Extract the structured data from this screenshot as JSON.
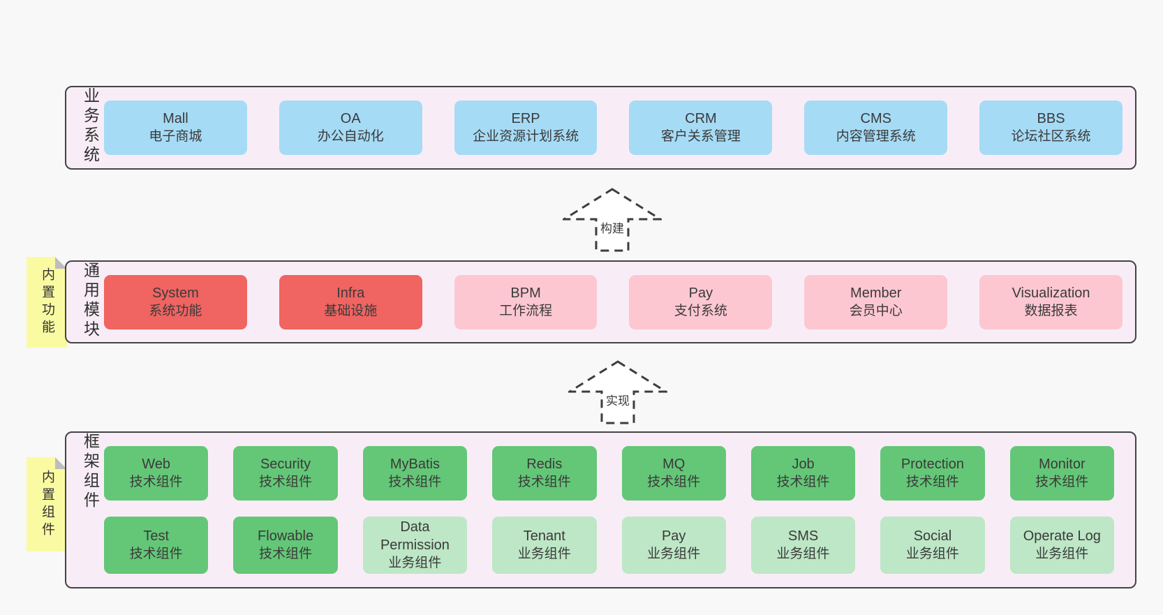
{
  "colors": {
    "page_background": "#f8f8f8",
    "band_background": "#f8edf6",
    "band_border": "#434343",
    "blue_box": "#a6dbf5",
    "red_box": "#f06461",
    "pink_box": "#fdc7d1",
    "green_box": "#64c777",
    "light_green_box": "#bde7c6",
    "sticky_note": "#fafaa2",
    "text": "#3a3a3a"
  },
  "arrows": [
    {
      "label": "构建"
    },
    {
      "label": "实现"
    }
  ],
  "bands": [
    {
      "label": "业务系统",
      "boxes": [
        {
          "title": "Mall",
          "subtitle": "电子商城"
        },
        {
          "title": "OA",
          "subtitle": "办公自动化"
        },
        {
          "title": "ERP",
          "subtitle": "企业资源计划系统"
        },
        {
          "title": "CRM",
          "subtitle": "客户关系管理"
        },
        {
          "title": "CMS",
          "subtitle": "内容管理系统"
        },
        {
          "title": "BBS",
          "subtitle": "论坛社区系统"
        }
      ]
    },
    {
      "label": "通用模块",
      "sticky": "内置功能",
      "boxes": [
        {
          "title": "System",
          "subtitle": "系统功能"
        },
        {
          "title": "Infra",
          "subtitle": "基础设施"
        },
        {
          "title": "BPM",
          "subtitle": "工作流程"
        },
        {
          "title": "Pay",
          "subtitle": "支付系统"
        },
        {
          "title": "Member",
          "subtitle": "会员中心"
        },
        {
          "title": "Visualization",
          "subtitle": "数据报表"
        }
      ]
    },
    {
      "label": "框架组件",
      "sticky": "内置组件",
      "rows": [
        [
          {
            "title": "Web",
            "subtitle": "技术组件"
          },
          {
            "title": "Security",
            "subtitle": "技术组件"
          },
          {
            "title": "MyBatis",
            "subtitle": "技术组件"
          },
          {
            "title": "Redis",
            "subtitle": "技术组件"
          },
          {
            "title": "MQ",
            "subtitle": "技术组件"
          },
          {
            "title": "Job",
            "subtitle": "技术组件"
          },
          {
            "title": "Protection",
            "subtitle": "技术组件"
          },
          {
            "title": "Monitor",
            "subtitle": "技术组件"
          }
        ],
        [
          {
            "title": "Test",
            "subtitle": "技术组件"
          },
          {
            "title": "Flowable",
            "subtitle": "技术组件"
          },
          {
            "title": "Data Permission",
            "subtitle": "业务组件"
          },
          {
            "title": "Tenant",
            "subtitle": "业务组件"
          },
          {
            "title": "Pay",
            "subtitle": "业务组件"
          },
          {
            "title": "SMS",
            "subtitle": "业务组件"
          },
          {
            "title": "Social",
            "subtitle": "业务组件"
          },
          {
            "title": "Operate Log",
            "subtitle": "业务组件"
          }
        ]
      ]
    }
  ]
}
